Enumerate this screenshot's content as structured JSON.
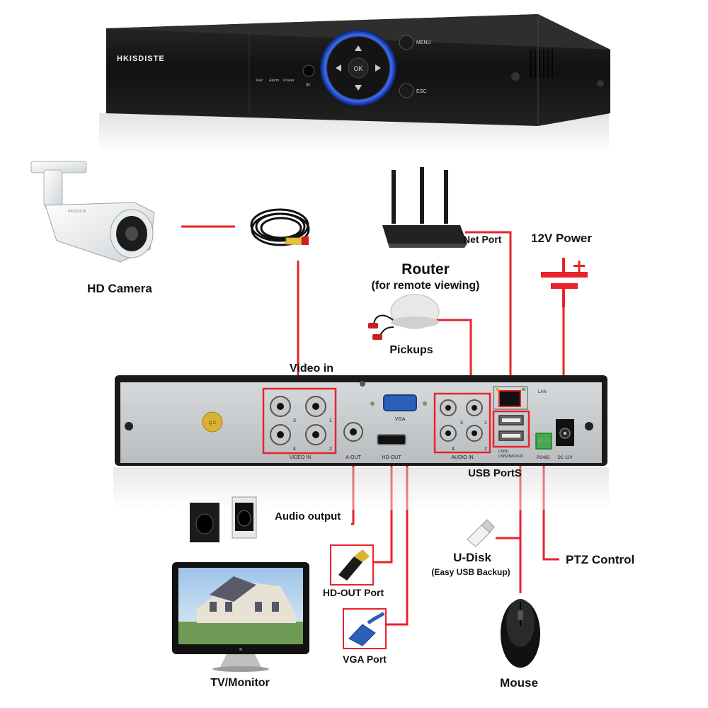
{
  "dvr_front": {
    "brand": "HKISDISTE",
    "menu_label": "MENU",
    "esc_label": "ESC",
    "ok_label": "OK",
    "ir_label": "IR",
    "indicators": [
      "Rec",
      "Alarm",
      "Power"
    ]
  },
  "dvr_back": {
    "video_in_label": "VIDEO IN",
    "vga_label": "VGA",
    "hd_out_label": "HD-OUT",
    "a_out_label": "A-OUT",
    "audio_in_label": "AUDIO IN",
    "lan_label": "LAN",
    "rs485_label": "RS485",
    "dc_label": "DC 12V",
    "usb1_label": "USB1(",
    "usb2_label": "USB2(BACKUP",
    "qc_label": "Q.C",
    "channels": [
      "3",
      "1",
      "4",
      "2"
    ]
  },
  "labels": {
    "hd_camera": "HD Camera",
    "router": "Router",
    "router_sub": "(for remote viewing)",
    "net_port": "Net Port",
    "power": "12V Power",
    "pickups": "Pickups",
    "video_in": "Video in",
    "usb_ports": "USB PortS",
    "audio_output": "Audio output",
    "u_disk": "U-Disk",
    "u_disk_sub": "(Easy USB Backup)",
    "ptz_control": "PTZ Control",
    "hd_out_port": "HD-OUT Port",
    "vga_port": "VGA Port",
    "tv_monitor": "TV/Monitor",
    "mouse": "Mouse"
  },
  "colors": {
    "connector_line": "#e8232b",
    "dvr_body": "#161616",
    "back_panel": "#c9cdd0"
  }
}
